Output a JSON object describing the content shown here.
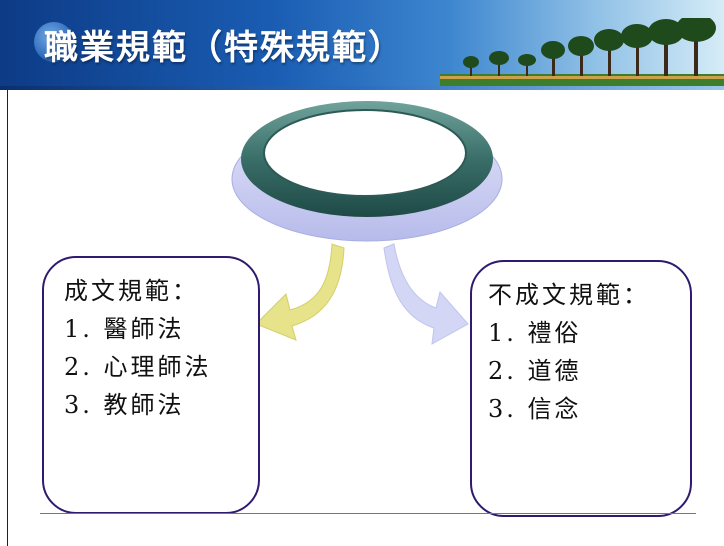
{
  "header": {
    "title": "職業規範（特殊規範）"
  },
  "left_box": {
    "heading": "成文規範：",
    "items": [
      "1. 醫師法",
      "2. 心理師法",
      "3. 教師法"
    ]
  },
  "right_box": {
    "heading": "不成文規範：",
    "items": [
      "1. 禮俗",
      "2. 道德",
      "3. 信念"
    ]
  },
  "colors": {
    "header_dark": "#0d3b86",
    "ellipse_ring": "#3a6e68",
    "ellipse_base": "#c3c6ee",
    "arrow_left": "#e6e38a",
    "arrow_right": "#d3d6f4",
    "box_border": "#2e1a6e"
  }
}
